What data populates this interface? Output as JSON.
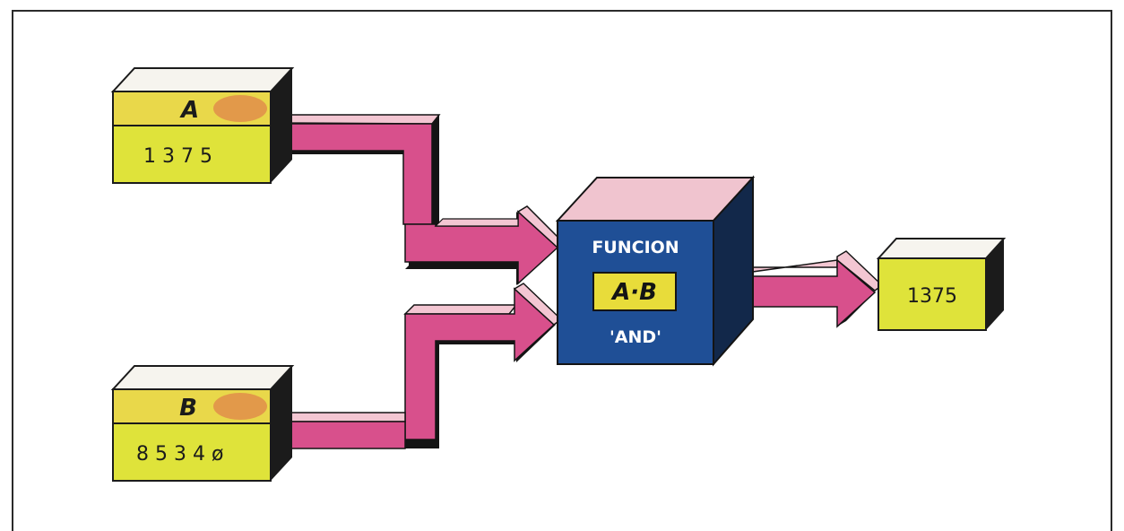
{
  "colors": {
    "frame": "#2b2b2b",
    "box_face_yellow": "#dfe33a",
    "box_label_band": "#e9d84a",
    "box_label_accent": "#e0894a",
    "box_top_white": "#f6f4ee",
    "box_side_dark": "#1b1b1b",
    "arrow_front": "#d8508c",
    "arrow_top": "#f3c6d2",
    "arrow_side": "#141414",
    "cube_front": "#1f4f96",
    "cube_top": "#f0c4cf",
    "cube_side": "#12284a",
    "cube_label_box": "#e8dc3a",
    "cube_text": "#ffffff"
  },
  "inputs": [
    {
      "letter": "A",
      "value": "1 3 7 5"
    },
    {
      "letter": "B",
      "value": "8 5 3 4 ø"
    }
  ],
  "function_block": {
    "title": "FUNCION",
    "expression": "A·B",
    "name": "'AND'"
  },
  "output": {
    "value": "1375"
  }
}
